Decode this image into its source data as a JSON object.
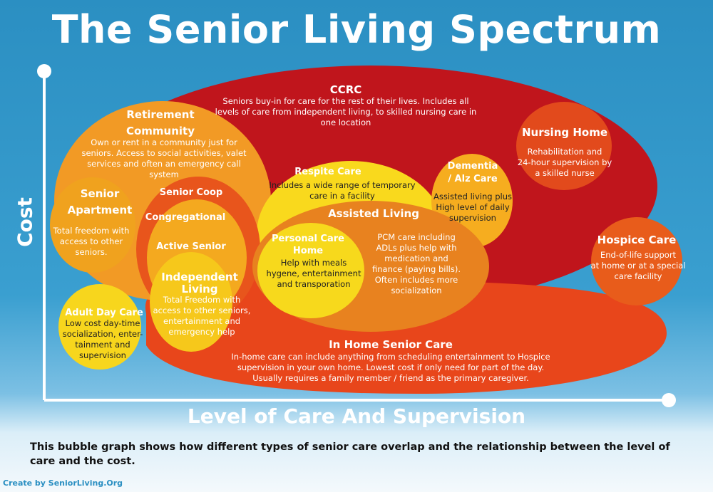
{
  "title": "The Senior Living Spectrum",
  "x_axis_label": "Level of Care And Supervision",
  "y_axis_label": "Cost",
  "caption": "This bubble graph shows how different types of senior care overlap and the relationship between the level of care and the cost.",
  "credit": "Create by SeniorLiving.Org",
  "colors": {
    "background": "#2b8fc2",
    "ccrc": "#c0151c",
    "in_home": "#e8461b",
    "retirement": "#f29a25",
    "apartment": "#f0a21e",
    "senior_coop": "#e8551c",
    "congregational": "#f4a91f",
    "independent": "#f6c81b",
    "adult_day": "#f7d61d",
    "respite": "#f9d91d",
    "assisted": "#e8821f",
    "personal": "#f7d91c",
    "dementia": "#f6ad1f",
    "nursing": "#e24a1c",
    "hospice": "#e85c1b"
  },
  "bubbles": {
    "ccrc": {
      "name": "CCRC",
      "lines": [
        "Seniors buy-in for care for the rest of their lives. Includes all",
        "levels of care from independent living, to skilled nursing care in",
        "one location"
      ]
    },
    "in_home": {
      "name": "In Home Senior Care",
      "lines": [
        "In-home care can include anything from scheduling entertainment to Hospice",
        "supervision in your own home. Lowest cost if only need for part of the day.",
        "Usually requires a family member / friend as  the primary caregiver."
      ]
    },
    "retirement": {
      "name_lines": [
        "Retirement",
        "Community"
      ],
      "lines": [
        "Own or rent in a community just for",
        "seniors. Access to social activities, valet",
        "services and often an emergency call",
        "system"
      ]
    },
    "apartment": {
      "name_lines": [
        "Senior",
        "Apartment"
      ],
      "lines": [
        "Total freedom with",
        "access to other",
        "seniors."
      ]
    },
    "senior_coop": {
      "name": "Senior Coop"
    },
    "congregational": {
      "name": "Congregational"
    },
    "active_senior": {
      "name": "Active Senior"
    },
    "independent": {
      "name_lines": [
        "Independent",
        "Living"
      ],
      "lines": [
        "Total Freedom with",
        "access to other seniors,",
        "entertainment and",
        "emergency help"
      ]
    },
    "adult_day": {
      "name": "Adult Day Care",
      "lines": [
        "Low cost day-time",
        "socialization,  enter-",
        "tainment and",
        "supervision"
      ]
    },
    "respite": {
      "name": "Respite Care",
      "lines": [
        "Includes a wide range of temporary",
        "care in a facility"
      ]
    },
    "assisted": {
      "name": "Assisted Living",
      "lines": [
        "PCM care including",
        "ADLs plus help with",
        "medication and",
        "finance (paying bills).",
        "Often includes more",
        "socialization"
      ]
    },
    "personal": {
      "name_lines": [
        "Personal Care",
        "Home"
      ],
      "lines": [
        "Help with meals",
        "hygene, entertainment",
        "and transporation"
      ]
    },
    "dementia": {
      "name_lines": [
        "Dementia",
        "/ Alz Care"
      ],
      "lines": [
        "Assisted living plus",
        "High level of daily",
        "supervision"
      ]
    },
    "nursing": {
      "name": "Nursing Home",
      "lines": [
        "Rehabilitation and",
        "24-hour supervision by",
        "a skilled nurse"
      ]
    },
    "hospice": {
      "name": "Hospice Care",
      "lines": [
        "End-of-life support",
        "at home or at a special",
        "care facility"
      ]
    }
  }
}
